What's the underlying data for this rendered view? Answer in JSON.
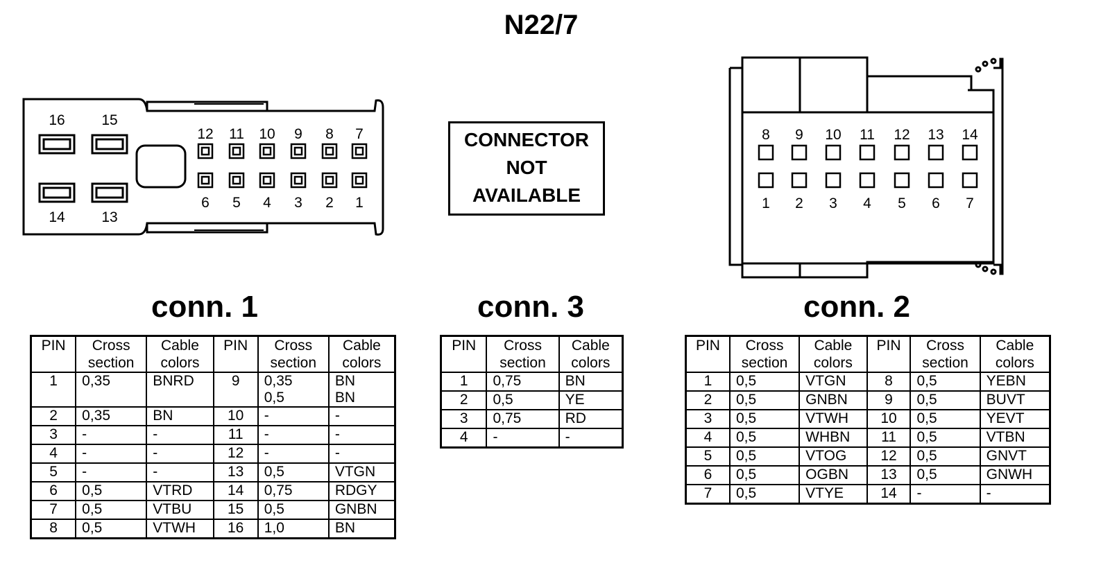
{
  "title": "N22/7",
  "connector_not_available": [
    "CONNECTOR",
    "NOT",
    "AVAILABLE"
  ],
  "headers": {
    "pin": "PIN",
    "cross": [
      "Cross",
      "section"
    ],
    "cable": [
      "Cable",
      "colors"
    ]
  },
  "conn1": {
    "label": "conn. 1",
    "pins_top": [
      "12",
      "11",
      "10",
      "9",
      "8",
      "7"
    ],
    "pins_bottom": [
      "6",
      "5",
      "4",
      "3",
      "2",
      "1"
    ],
    "pins_big_top": [
      "16",
      "15"
    ],
    "pins_big_bottom": [
      "14",
      "13"
    ],
    "rows": [
      {
        "pin": "1",
        "cross": "0,35",
        "color": "BNRD",
        "pin2": "9",
        "cross2": [
          "0,35",
          "0,5"
        ],
        "color2": [
          "BN",
          "BN"
        ]
      },
      {
        "pin": "2",
        "cross": "0,35",
        "color": "BN",
        "pin2": "10",
        "cross2": [
          "-"
        ],
        "color2": [
          "-"
        ]
      },
      {
        "pin": "3",
        "cross": "-",
        "color": "-",
        "pin2": "11",
        "cross2": [
          "-"
        ],
        "color2": [
          "-"
        ]
      },
      {
        "pin": "4",
        "cross": "-",
        "color": "-",
        "pin2": "12",
        "cross2": [
          "-"
        ],
        "color2": [
          "-"
        ]
      },
      {
        "pin": "5",
        "cross": "-",
        "color": "-",
        "pin2": "13",
        "cross2": [
          "0,5"
        ],
        "color2": [
          "VTGN"
        ]
      },
      {
        "pin": "6",
        "cross": "0,5",
        "color": "VTRD",
        "pin2": "14",
        "cross2": [
          "0,75"
        ],
        "color2": [
          "RDGY"
        ]
      },
      {
        "pin": "7",
        "cross": "0,5",
        "color": "VTBU",
        "pin2": "15",
        "cross2": [
          "0,5"
        ],
        "color2": [
          "GNBN"
        ]
      },
      {
        "pin": "8",
        "cross": "0,5",
        "color": "VTWH",
        "pin2": "16",
        "cross2": [
          "1,0"
        ],
        "color2": [
          "BN"
        ]
      }
    ]
  },
  "conn3": {
    "label": "conn. 3",
    "rows": [
      {
        "pin": "1",
        "cross": "0,75",
        "color": "BN"
      },
      {
        "pin": "2",
        "cross": "0,5",
        "color": "YE"
      },
      {
        "pin": "3",
        "cross": "0,75",
        "color": "RD"
      },
      {
        "pin": "4",
        "cross": "-",
        "color": "-"
      }
    ]
  },
  "conn2": {
    "label": "conn. 2",
    "pins_top": [
      "8",
      "9",
      "10",
      "11",
      "12",
      "13",
      "14"
    ],
    "pins_bottom": [
      "1",
      "2",
      "3",
      "4",
      "5",
      "6",
      "7"
    ],
    "rows": [
      {
        "pin": "1",
        "cross": "0,5",
        "color": "VTGN",
        "pin2": "8",
        "cross2": "0,5",
        "color2": "YEBN"
      },
      {
        "pin": "2",
        "cross": "0,5",
        "color": "GNBN",
        "pin2": "9",
        "cross2": "0,5",
        "color2": "BUVT"
      },
      {
        "pin": "3",
        "cross": "0,5",
        "color": "VTWH",
        "pin2": "10",
        "cross2": "0,5",
        "color2": "YEVT"
      },
      {
        "pin": "4",
        "cross": "0,5",
        "color": "WHBN",
        "pin2": "11",
        "cross2": "0,5",
        "color2": "VTBN"
      },
      {
        "pin": "5",
        "cross": "0,5",
        "color": "VTOG",
        "pin2": "12",
        "cross2": "0,5",
        "color2": "GNVT"
      },
      {
        "pin": "6",
        "cross": "0,5",
        "color": "OGBN",
        "pin2": "13",
        "cross2": "0,5",
        "color2": "GNWH"
      },
      {
        "pin": "7",
        "cross": "0,5",
        "color": "VTYE",
        "pin2": "14",
        "cross2": "-",
        "color2": "-"
      }
    ]
  }
}
